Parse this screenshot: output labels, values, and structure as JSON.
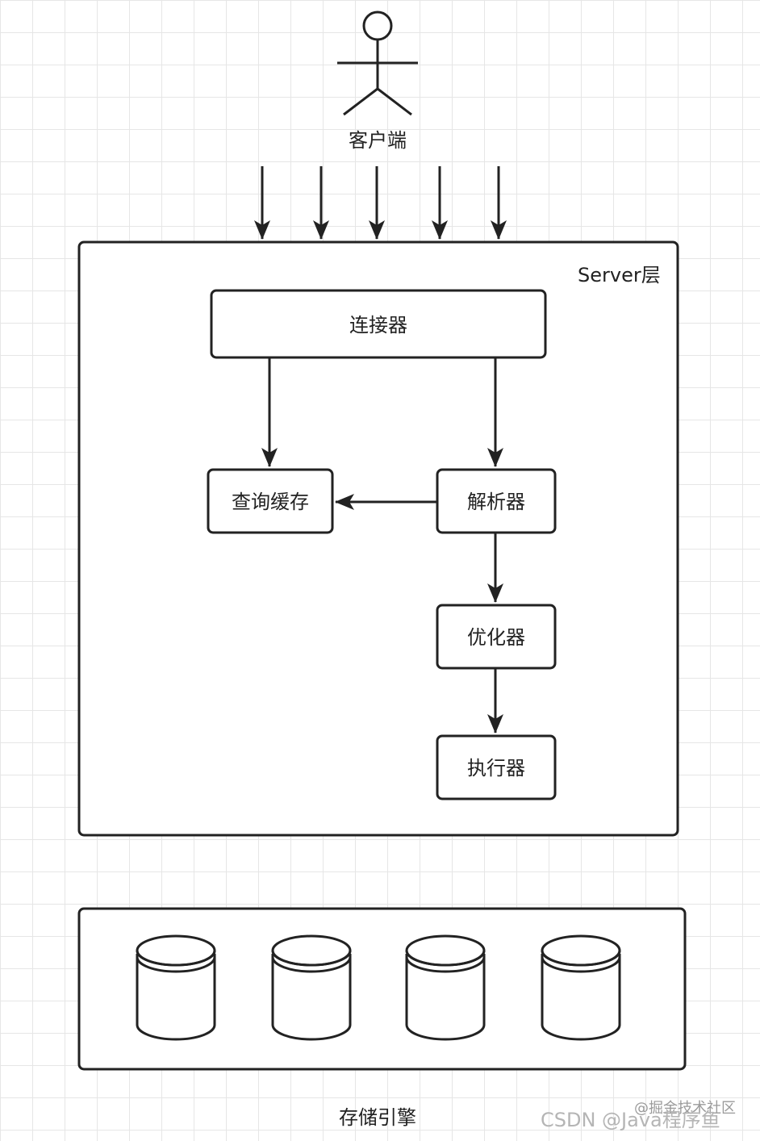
{
  "client": {
    "label": "客户端"
  },
  "server": {
    "title": "Server层",
    "connector": "连接器",
    "query_cache": "查询缓存",
    "parser": "解析器",
    "optimizer": "优化器",
    "executor": "执行器"
  },
  "storage": {
    "label": "存储引擎",
    "databases": [
      "",
      "",
      "",
      ""
    ]
  },
  "watermark": {
    "juejin": "@掘金技术社区",
    "csdn": "CSDN @Java程序鱼"
  }
}
